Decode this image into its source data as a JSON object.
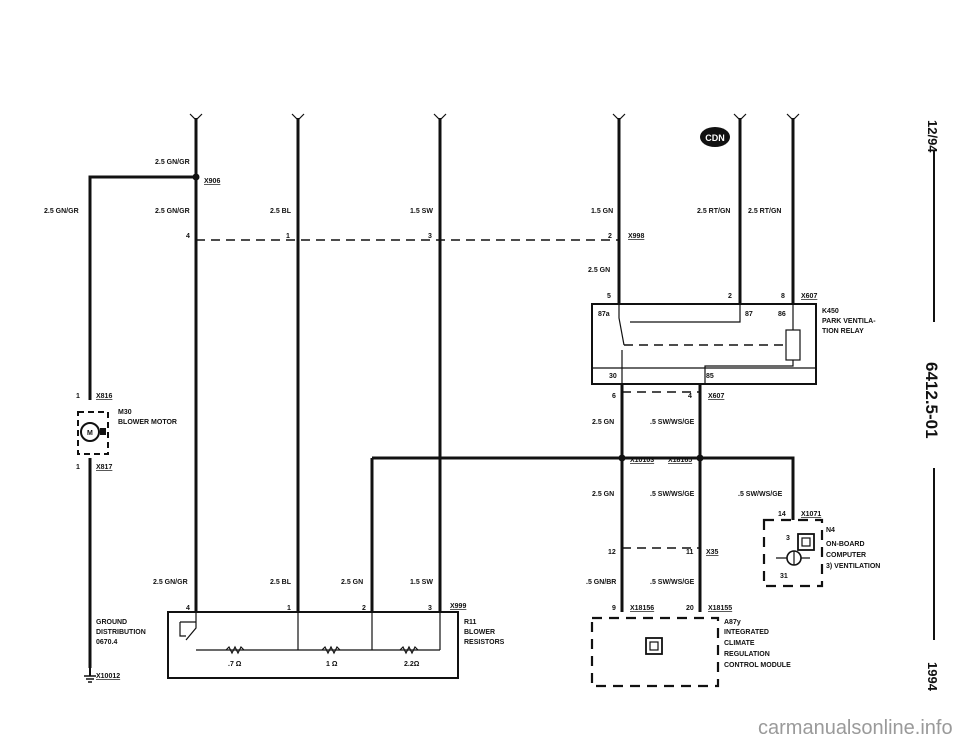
{
  "side": {
    "date": "12/94",
    "doc_number": "6412.5-01",
    "year": "1994"
  },
  "top_wires": {
    "w1_gauge_top": "2.5 GN/GR",
    "w1_gauge": "2.5 GN/GR",
    "w2_gauge": "2.5 BL",
    "w3_gauge": "1.5 SW",
    "w4_gauge": "1.5 GN",
    "w5_gauge": "2.5 RT/GN",
    "w6_gauge": "2.5 RT/GN",
    "left_branch_gauge": "2.5 GN/GR",
    "splice_x906": "X906",
    "x998_pin_4": "4",
    "x998_pin_1": "1",
    "x998_pin_3": "3",
    "x998_pin_2": "2",
    "x998_label": "X998",
    "cdn_badge": "CDN"
  },
  "relay": {
    "above_gauge": "2.5 GN",
    "pin_5": "5",
    "pin_2": "2",
    "pin_8": "8",
    "x607_top": "X607",
    "term_87a": "87a",
    "term_87": "87",
    "term_86": "86",
    "term_30": "30",
    "term_85": "85",
    "id": "K450",
    "name_line1": "PARK VENTILA-",
    "name_line2": "TION RELAY",
    "pin_6": "6",
    "pin_4": "4",
    "x607_bottom": "X607"
  },
  "motor": {
    "pin_1_top": "1",
    "x816": "X816",
    "id": "M30",
    "name": "BLOWER MOTOR",
    "pin_1_bottom": "1",
    "x817": "X817"
  },
  "ground": {
    "line1": "GROUND",
    "line2": "DISTRIBUTION",
    "line3": "0670.4",
    "x10012": "X10012"
  },
  "mid": {
    "gn_a": "2.5 GN",
    "ws_a": ".5 SW/WS/GE",
    "x10103": "X10103",
    "x18165": "X18165",
    "gn_b": "2.5 GN",
    "ws_b": ".5 SW/WS/GE",
    "ws_c": ".5 SW/WS/GE",
    "pin_12": "12",
    "pin_11": "11",
    "x35": "X35",
    "gn_br": ".5 GN/BR",
    "ws_d": ".5 SW/WS/GE",
    "pin_9": "9",
    "x18156": "X18156",
    "pin_20": "20",
    "x18155": "X18155"
  },
  "module": {
    "id": "A87y",
    "line1": "INTEGRATED",
    "line2": "CLIMATE",
    "line3": "REGULATION",
    "line4": "CONTROL MODULE"
  },
  "computer": {
    "pin_14": "14",
    "x1071": "X1071",
    "pin_3": "3",
    "pin_31": "31",
    "id": "N4",
    "line1": "ON-BOARD",
    "line2": "COMPUTER",
    "line3": "3) VENTILATION"
  },
  "resistors": {
    "gauge_1": "2.5 GN/GR",
    "gauge_2": "2.5 BL",
    "gauge_3": "2.5 GN",
    "gauge_4": "1.5 SW",
    "pin_4": "4",
    "pin_1": "1",
    "pin_2": "2",
    "pin_3": "3",
    "x999": "X999",
    "id": "R11",
    "name_line1": "BLOWER",
    "name_line2": "RESISTORS",
    "r1": ".7 Ω",
    "r2": "1 Ω",
    "r3": "2.2Ω"
  },
  "watermark": "carmanualsonline.info"
}
